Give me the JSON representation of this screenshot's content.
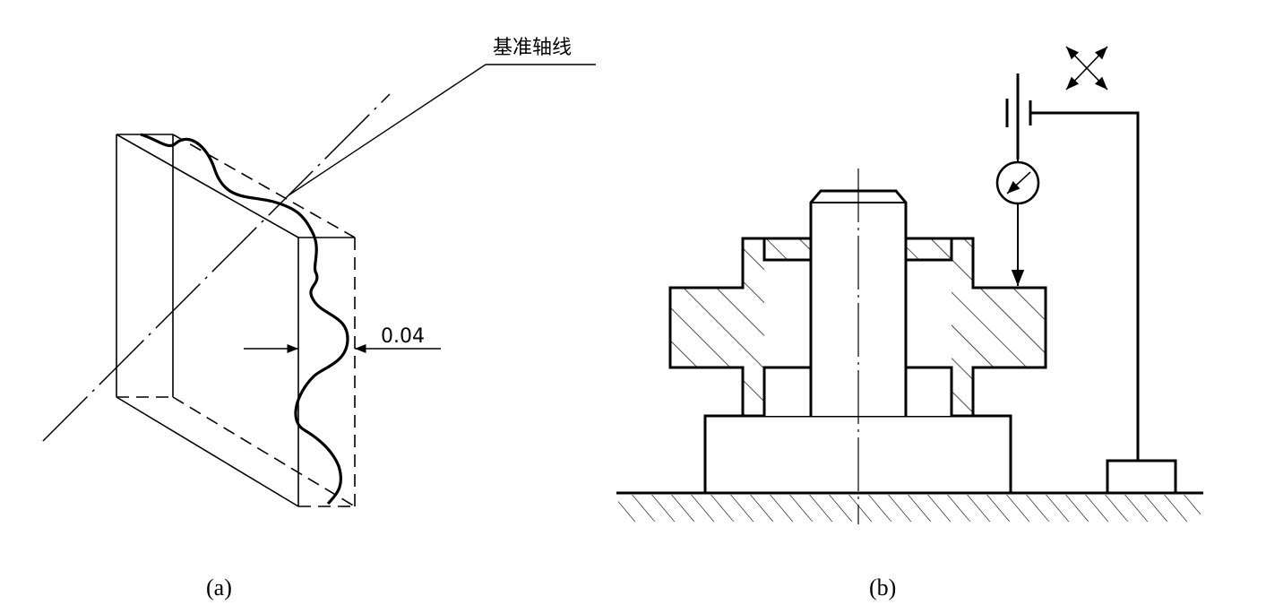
{
  "figure_a": {
    "caption": "(a)",
    "leader_label": "基准轴线",
    "dimension_value": "0.04"
  },
  "figure_b": {
    "caption": "(b)"
  }
}
